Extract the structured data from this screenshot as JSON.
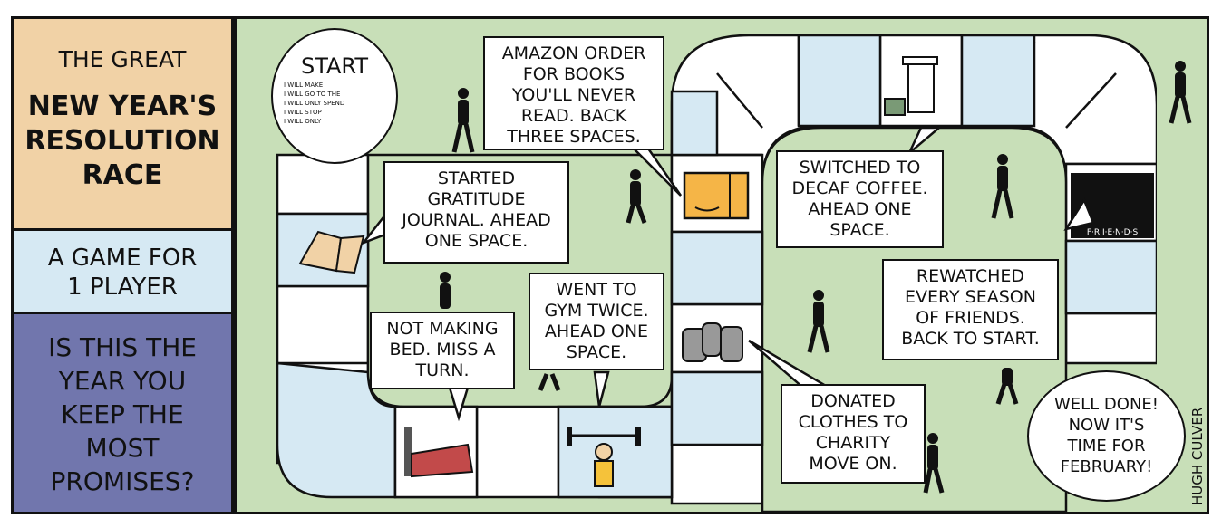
{
  "title_panel": {
    "line1": "THE GREAT",
    "line2": "NEW YEAR'S",
    "line3": "RESOLUTION",
    "line4": "RACE"
  },
  "subtitle_panel": {
    "line1": "A GAME FOR",
    "line2": "1 PLAYER"
  },
  "question_panel": {
    "line1": "IS THIS THE",
    "line2": "YEAR YOU",
    "line3": "KEEP THE",
    "line4": "MOST",
    "line5": "PROMISES?"
  },
  "start": {
    "label": "START",
    "list": [
      "I WILL MAKE",
      "I WILL GO TO THE",
      "I WILL ONLY SPEND",
      "I WILL STOP",
      "I WILL ONLY"
    ]
  },
  "bubbles": {
    "amazon": [
      "AMAZON ORDER",
      "FOR BOOKS",
      "YOU'LL NEVER",
      "READ. BACK",
      "THREE SPACES."
    ],
    "gratitude": [
      "STARTED",
      "GRATITUDE",
      "JOURNAL. AHEAD",
      "ONE SPACE."
    ],
    "decaf": [
      "SWITCHED TO",
      "DECAF COFFEE.",
      "AHEAD ONE",
      "SPACE."
    ],
    "gym": [
      "WENT TO",
      "GYM TWICE.",
      "AHEAD ONE",
      "SPACE."
    ],
    "bed": [
      "NOT MAKING",
      "BED. MISS A",
      "TURN."
    ],
    "friends": [
      "REWATCHED",
      "EVERY SEASON",
      "OF FRIENDS.",
      "BACK TO START."
    ],
    "donated": [
      "DONATED",
      "CLOTHES TO",
      "CHARITY",
      "MOVE ON."
    ],
    "done": [
      "WELL DONE!",
      "NOW IT'S",
      "TIME FOR",
      "FEBRUARY!"
    ]
  },
  "friends_logo": "F·R·I·E·N·D·S",
  "signature": "HUGH CULVER",
  "colors": {
    "title_bg": "#f1d2a6",
    "subtitle_bg": "#d6e9f3",
    "question_bg": "#7176ad",
    "board_bg": "#c8dfb8",
    "tile_blue": "#d6e9f3",
    "tile_white": "#ffffff"
  }
}
